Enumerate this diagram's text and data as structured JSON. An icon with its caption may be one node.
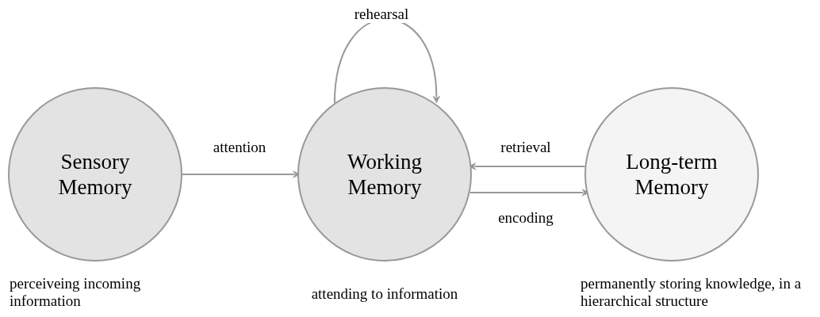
{
  "diagram": {
    "nodes": [
      {
        "text": [
          "Sensory Memory"
        ],
        "beside": [
          "perceiveing incoming information"
        ]
      },
      {
        "text": [
          "Working Memory"
        ],
        "beside": [
          "attending to information"
        ]
      },
      {
        "text": [
          "Long-term Memory"
        ],
        "beside": [
          "permanently storing knowledge, in a hierarchical structure"
        ]
      }
    ],
    "edges": [
      {
        "from": 0,
        "to": 1,
        "label": "attention",
        "arrow": "to"
      },
      {
        "from": 1,
        "to": 1,
        "label": "rehearsal",
        "arrow": "to"
      },
      {
        "from": 2,
        "to": 1,
        "label": "retrieval",
        "arrow": "to"
      },
      {
        "from": 1,
        "to": 2,
        "label": "encoding",
        "arrow": "to"
      }
    ]
  }
}
